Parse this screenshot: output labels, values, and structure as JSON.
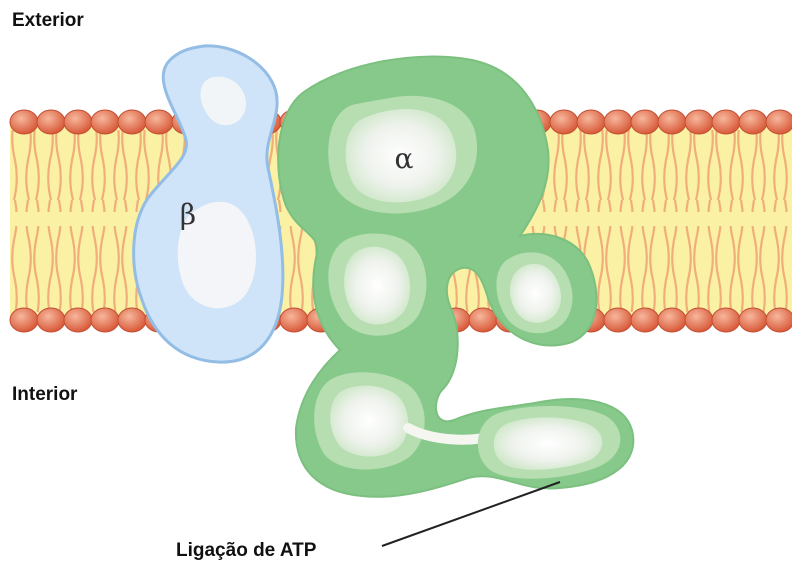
{
  "labels": {
    "exterior": "Exterior",
    "interior": "Interior",
    "atp_binding": "Ligação de ATP",
    "alpha": "α",
    "beta": "β"
  },
  "colors": {
    "bilayer_fill": "#fbf1a4",
    "lipid_head": "#e0704f",
    "lipid_tail": "#efb078",
    "alpha_outer": "#86c98a",
    "alpha_mid": "#b7dfb3",
    "alpha_core": "#f1f4ee",
    "beta_fill": "#cde4f8",
    "beta_edge": "#8fbbe3"
  }
}
